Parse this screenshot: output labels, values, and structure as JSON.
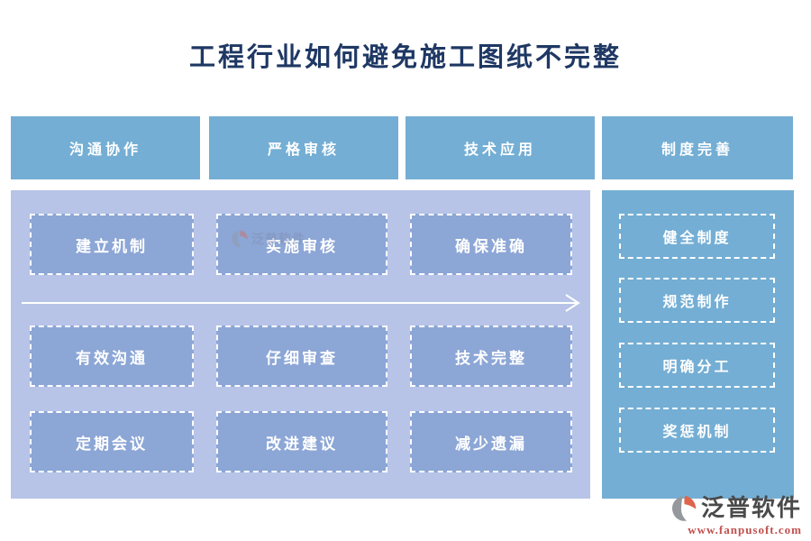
{
  "title": "工程行业如何避免施工图纸不完整",
  "columns": [
    {
      "label": "沟通协作"
    },
    {
      "label": "严格审核"
    },
    {
      "label": "技术应用"
    },
    {
      "label": "制度完善"
    }
  ],
  "left_panel": {
    "rows": [
      {
        "items": [
          "建立机制",
          "实施审核",
          "确保准确"
        ]
      },
      {
        "items": [
          "有效沟通",
          "仔细审查",
          "技术完整"
        ]
      },
      {
        "items": [
          "定期会议",
          "改进建议",
          "减少遗漏"
        ]
      }
    ]
  },
  "right_panel": {
    "items": [
      "健全制度",
      "规范制作",
      "明确分工",
      "奖惩机制"
    ]
  },
  "watermark": {
    "text": "泛普软件"
  },
  "brand": {
    "name": "泛普软件",
    "url": "www.fanpusoft.com"
  },
  "colors": {
    "title": "#1f3864",
    "header_fill": "#74aed4",
    "left_panel_fill": "#b7c4e8",
    "left_box_fill": "#8ca6d6",
    "right_panel_fill": "#74aed4",
    "box_border": "#ffffff",
    "arrow": "#ffffff",
    "brand_text": "#4a4a4a",
    "brand_url": "#c0504d",
    "logo_orange": "#df654c",
    "logo_gray": "#95989c"
  }
}
